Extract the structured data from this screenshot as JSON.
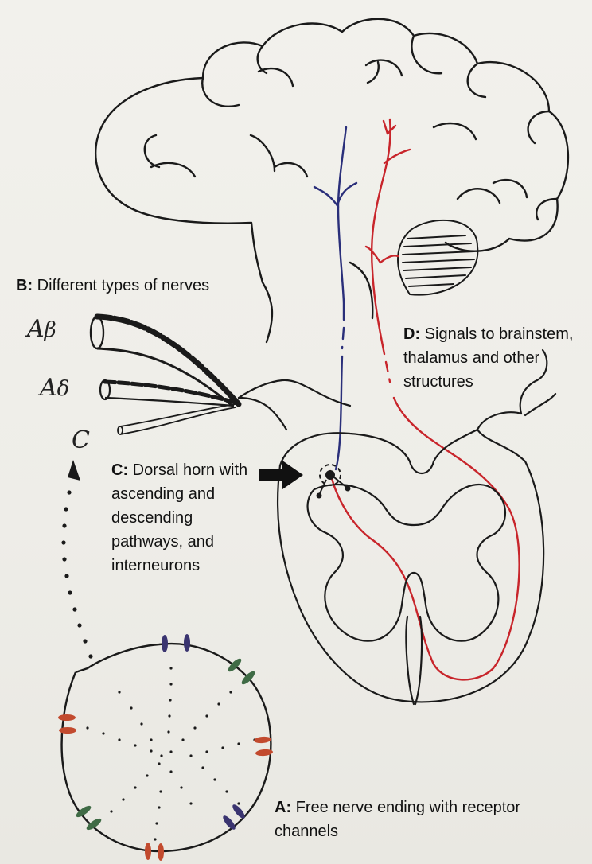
{
  "labels": {
    "a": {
      "key": "A:",
      "text": "Free nerve ending with receptor channels"
    },
    "b": {
      "key": "B:",
      "text": "Different types of nerves"
    },
    "c": {
      "key": "C:",
      "text": "Dorsal horn with ascending and descending pathways, and interneurons"
    },
    "d": {
      "key": "D:",
      "text": "Signals to brainstem, thalamus and other structures"
    }
  },
  "fiber_types": {
    "a_beta": {
      "letter": "A",
      "sub": "β"
    },
    "a_delta": {
      "letter": "A",
      "sub": "δ"
    },
    "c": {
      "letter": "C"
    }
  },
  "colors": {
    "ink": "#1a1a1a",
    "ascending_pathway": "#c8252b",
    "descending_pathway": "#2a2f7a",
    "channel_blue": "#3a3470",
    "channel_green": "#3f6b45",
    "channel_red": "#c24a2e",
    "paper": "#efeee9"
  }
}
